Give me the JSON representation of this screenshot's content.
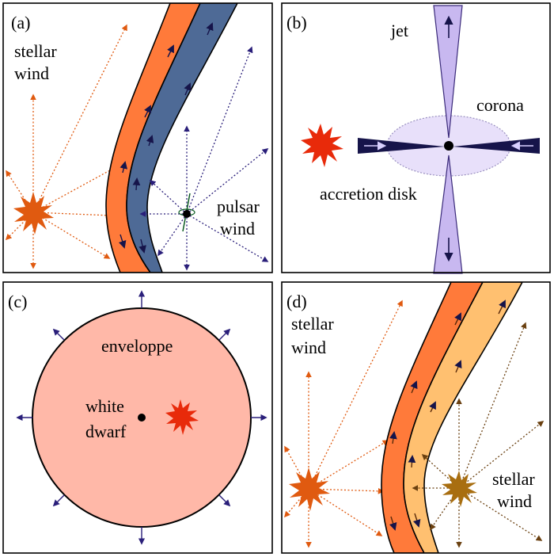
{
  "panels": {
    "a": {
      "tag": "(a)",
      "stellar_wind": [
        "stellar",
        "wind"
      ],
      "pulsar_wind": [
        "pulsar",
        "wind"
      ]
    },
    "b": {
      "tag": "(b)",
      "jet": "jet",
      "corona": "corona",
      "accretion_disk": "accretion disk"
    },
    "c": {
      "tag": "(c)",
      "envelope": "enveloppe",
      "white_dwarf": [
        "white",
        "dwarf"
      ]
    },
    "d": {
      "tag": "(d)",
      "stellar_wind_left": [
        "stellar",
        "wind"
      ],
      "stellar_wind_right": [
        "stellar",
        "wind"
      ]
    }
  },
  "colors": {
    "star_orange": "#e05a10",
    "star_red": "#e82a0a",
    "star_brown": "#a86e10",
    "shock_orange": "#ff7a3a",
    "shock_blue": "#4e6a96",
    "shock_peach": "#ffc070",
    "pulsar_arrows": "#2a1f7a",
    "jet": "#c8b8f0",
    "corona": "#e8e0fa",
    "disk": "#16144a",
    "envelope": "#ffb8a8",
    "brown_arrows": "#6a4010"
  }
}
